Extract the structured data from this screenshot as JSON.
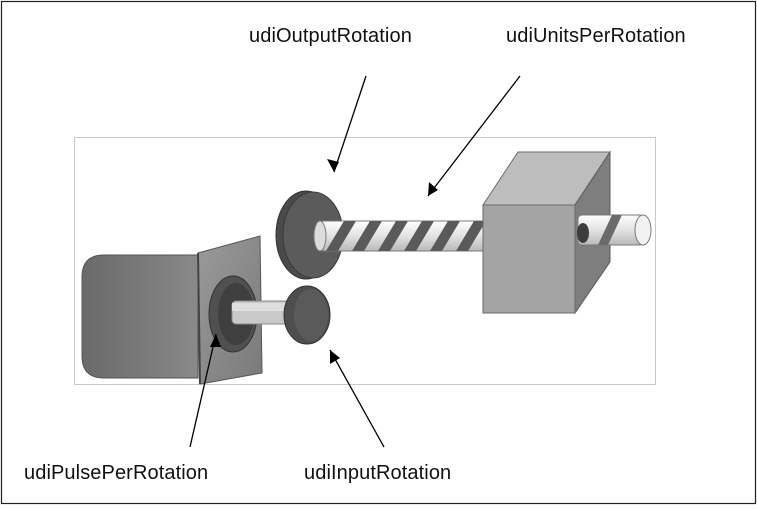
{
  "labels": {
    "output_rotation": "udiOutputRotation",
    "units_per_rotation": "udiUnitsPerRotation",
    "pulse_per_rotation": "udiPulsePerRotation",
    "input_rotation": "udiInputRotation"
  },
  "colors": {
    "motor_body": "#767676",
    "gear_dark": "#4c4c4c",
    "block": "#a3a3a3",
    "stripe": "#5a5a5a",
    "shaft_light": "#f0f0f0"
  }
}
